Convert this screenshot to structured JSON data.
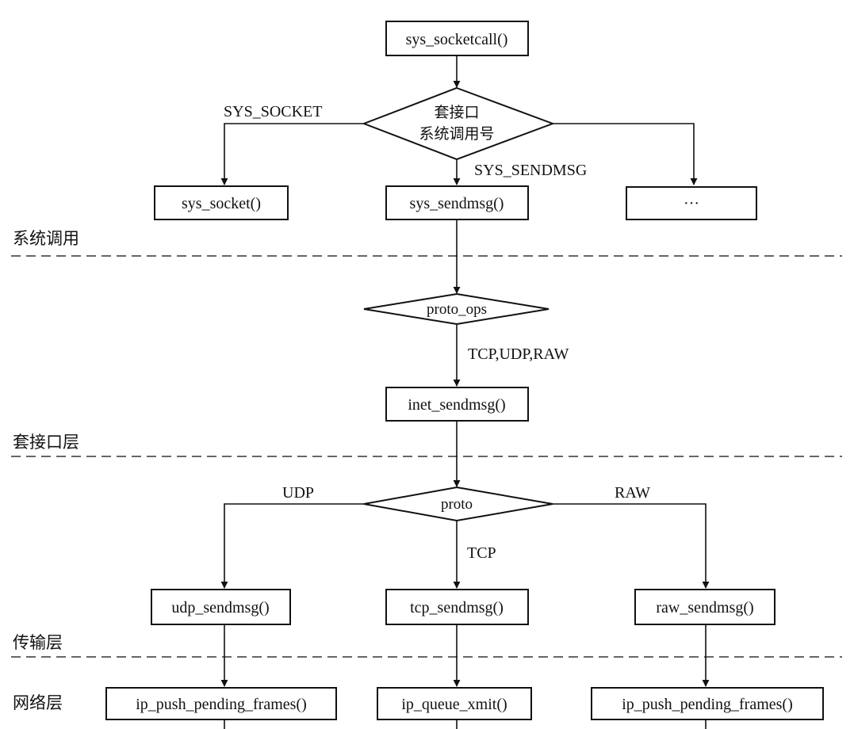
{
  "nodes": {
    "sys_socketcall": "sys_socketcall()",
    "socket_syscall_number": [
      "套接口",
      "系统调用号"
    ],
    "sys_socket": "sys_socket()",
    "sys_sendmsg": "sys_sendmsg()",
    "ellipsis": "···",
    "proto_ops": "proto_ops",
    "inet_sendmsg": "inet_sendmsg()",
    "proto": "proto",
    "udp_sendmsg": "udp_sendmsg()",
    "tcp_sendmsg": "tcp_sendmsg()",
    "raw_sendmsg": "raw_sendmsg()",
    "ip_push_pending_frames_left": "ip_push_pending_frames()",
    "ip_queue_xmit": "ip_queue_xmit()",
    "ip_push_pending_frames_right": "ip_push_pending_frames()"
  },
  "edge_labels": {
    "sys_socket": "SYS_SOCKET",
    "sys_sendmsg": "SYS_SENDMSG",
    "tcp_udp_raw": "TCP,UDP,RAW",
    "udp": "UDP",
    "raw": "RAW",
    "tcp": "TCP"
  },
  "layers": {
    "system_call": "系统调用",
    "socket_layer": "套接口层",
    "transport_layer": "传输层",
    "network_layer": "网络层"
  }
}
